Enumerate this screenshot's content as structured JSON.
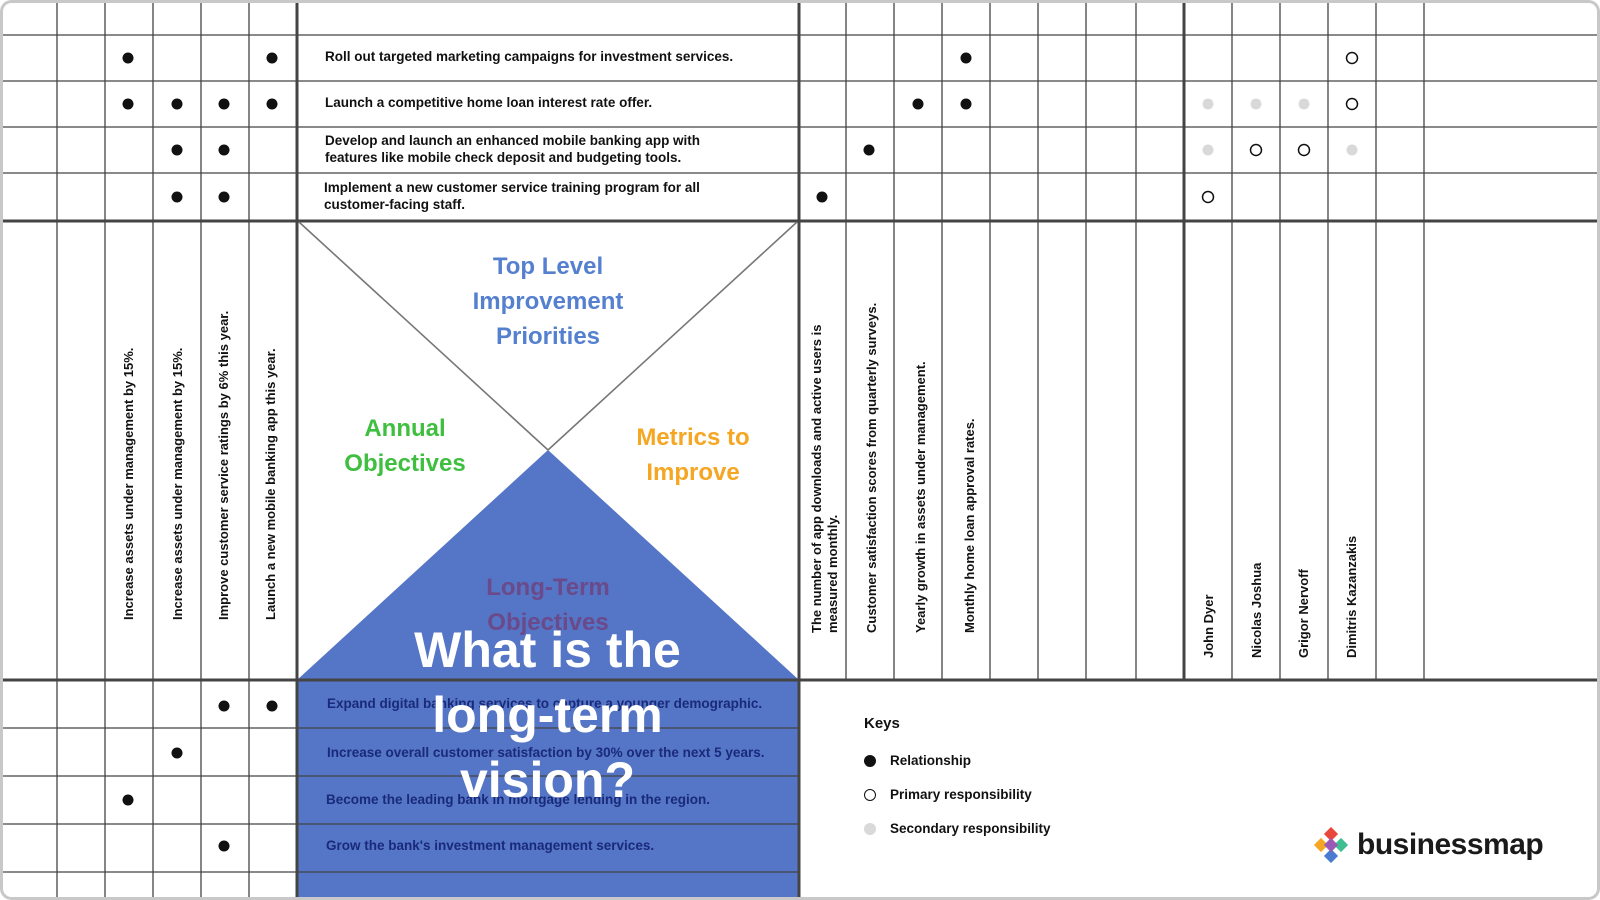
{
  "colors": {
    "blue_fill": "#5575c6",
    "title_blue": "#5580cf",
    "annual_green": "#3fbf3f",
    "metrics_orange": "#f5a623",
    "longterm_purple": "#6a4a8a",
    "dot_black": "#111111",
    "dot_grey": "#d9d9d9",
    "grid": "#333333"
  },
  "top_rows": [
    "Roll out targeted marketing campaigns for investment services.",
    "Launch a competitive home loan interest rate offer.",
    "Develop and launch an enhanced mobile banking app with features like mobile check deposit and budgeting tools.",
    "Implement a new customer service training program for all customer-facing staff."
  ],
  "annual_objectives": [
    "Increase assets under management by 15%.",
    "Increase assets under management by 15%.",
    "Improve customer service ratings by 6% this year.",
    "Launch a new mobile banking app this year."
  ],
  "metrics": [
    "The number of app downloads and active users is measured monthly.",
    "Customer satisfaction scores from quarterly surveys.",
    "Yearly growth in assets under management.",
    "Monthly home loan approval rates."
  ],
  "people": [
    "John Dyer",
    "Nicolas Joshua",
    "Grigor Nervoff",
    "Dimitris Kazanzakis"
  ],
  "triangle_labels": {
    "top": "Top Level Improvement Priorities",
    "left": "Annual Objectives",
    "right": "Metrics to Improve",
    "bottom": "Long-Term Objectives"
  },
  "long_term_objectives": [
    "Expand digital banking services to capture a younger demographic.",
    "Increase overall customer satisfaction by 30% over the next 5 years.",
    "Become the leading bank in mortgage lending in the region.",
    "Grow the bank's investment management services."
  ],
  "overlay_question": "What is the long-term vision?",
  "keys": {
    "title": "Keys",
    "relationship": "Relationship",
    "primary": "Primary responsibility",
    "secondary": "Secondary responsibility"
  },
  "logo_text": "businessmap"
}
